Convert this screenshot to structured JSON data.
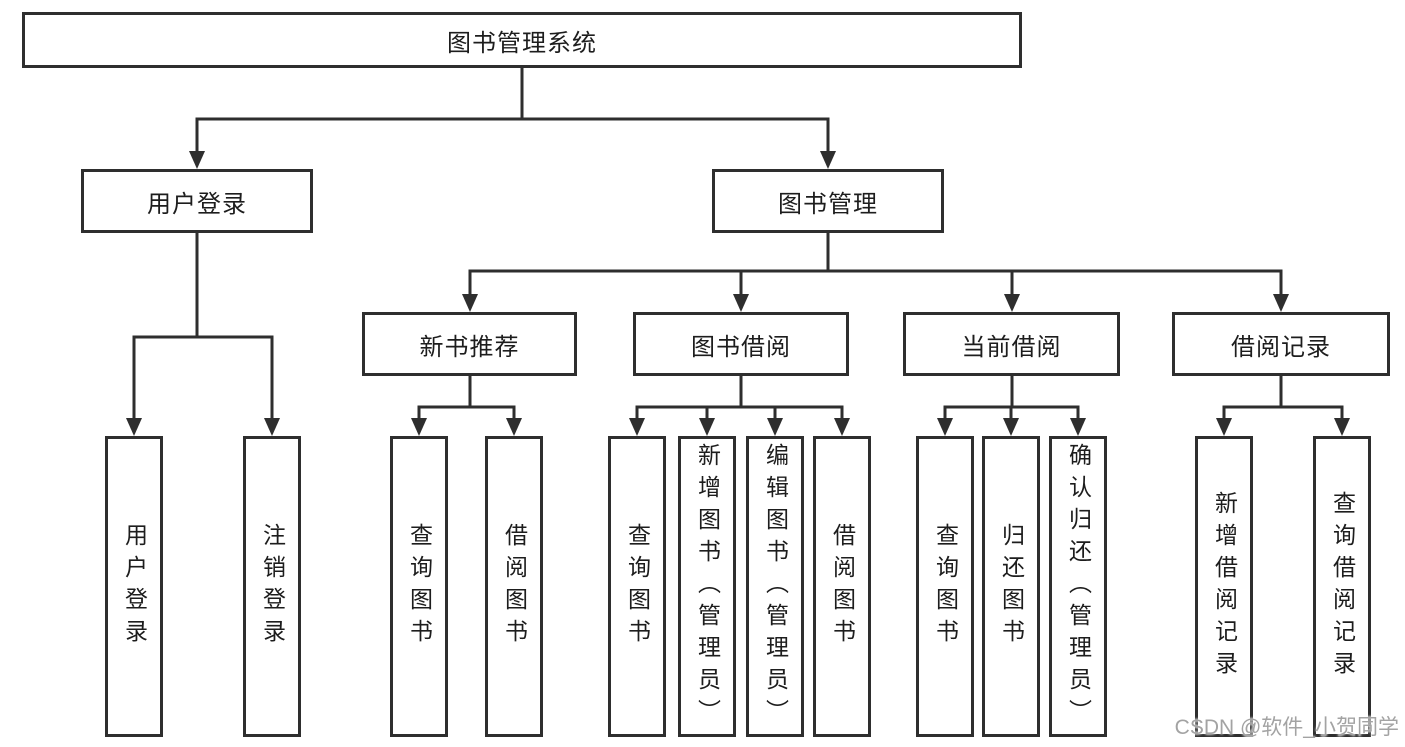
{
  "diagram": {
    "title": "图书管理系统",
    "level1": {
      "user_login": "用户登录",
      "book_mgmt": "图书管理"
    },
    "user_login_children": {
      "login": "用户登录",
      "logout": "注销登录"
    },
    "book_mgmt_children": {
      "new_book": "新书推荐",
      "borrow": "图书借阅",
      "current": "当前借阅",
      "record": "借阅记录"
    },
    "new_book_children": {
      "query": "查询图书",
      "borrow": "借阅图书"
    },
    "borrow_children": {
      "query": "查询图书",
      "add": "新增图书（管理员）",
      "edit": "编辑图书（管理员）",
      "borrow": "借阅图书"
    },
    "current_children": {
      "query": "查询图书",
      "return": "归还图书",
      "confirm": "确认归还（管理员）"
    },
    "record_children": {
      "add": "新增借阅记录",
      "query": "查询借阅记录"
    }
  },
  "watermark": "CSDN @软件_小贺同学"
}
